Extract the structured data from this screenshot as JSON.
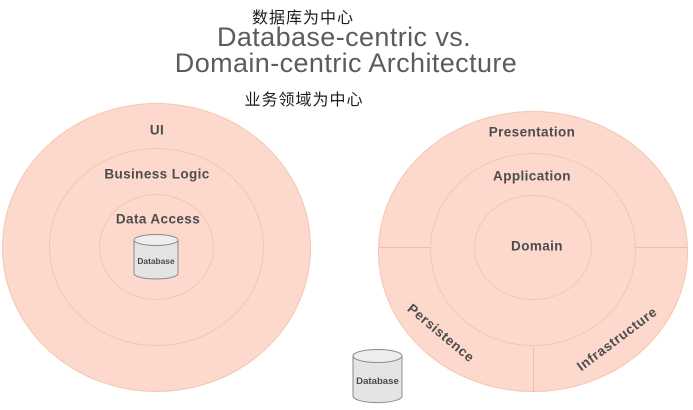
{
  "header": {
    "zh_top": "数据库为中心",
    "title_line1": "Database-centric vs.",
    "title_line2": "Domain-centric Architecture",
    "zh_bottom": "业务领域为中心"
  },
  "left_diagram": {
    "name": "database-centric-architecture",
    "layers": [
      {
        "label": "UI"
      },
      {
        "label": "Business Logic"
      },
      {
        "label": "Data Access"
      }
    ],
    "database_label": "Database",
    "database_position": "center"
  },
  "right_diagram": {
    "name": "domain-centric-architecture",
    "layers": [
      {
        "label": "Presentation"
      },
      {
        "label": "Application"
      },
      {
        "label": "Domain"
      }
    ],
    "outer_ring_sectors": {
      "top": "Presentation",
      "bottom_left": "Persistence",
      "bottom_right": "Infrastructure"
    },
    "database_label": "Database",
    "database_position": "outside-bottom-left"
  },
  "colors": {
    "circle_fill": "#fcd9cc",
    "ring_stroke": "#f6c5ae",
    "layer_text": "#4d4d4d",
    "title_text": "#5b5c5e",
    "chinese_text": "#1d1d1d",
    "cylinder_fill": "#e4e4e4",
    "cylinder_top_fill": "#eeeeee",
    "cylinder_stroke": "#8a8a8a",
    "background": "#ffffff"
  }
}
